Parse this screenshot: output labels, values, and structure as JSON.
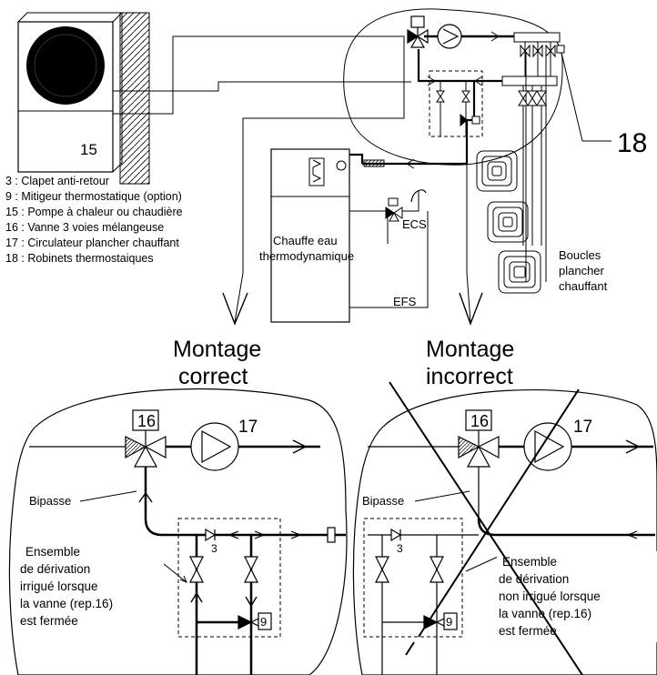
{
  "unit_number": "15",
  "ref_18": "18",
  "legend": [
    "3 : Clapet anti-retour",
    "9 : Mitigeur thermostatique (option)",
    "15 : Pompe à chaleur ou chaudière",
    "16 : Vanne 3 voies mélangeuse",
    "17 : Circulateur plancher chauffant",
    "18 : Robinets thermostaiques"
  ],
  "tank": {
    "line1": "Chauffe eau",
    "line2": "thermodynamique"
  },
  "ecs": "ECS",
  "efs": "EFS",
  "loops": {
    "line1": "Boucles",
    "line2": "plancher",
    "line3": "chauffant"
  },
  "correct": {
    "title1": "Montage",
    "title2": "correct",
    "valve": "16",
    "pump": "17",
    "bypass": "Bipasse",
    "check": "3",
    "mixer": "9",
    "note": [
      "Ensemble",
      "de dérivation",
      "irrigué lorsque",
      "la vanne (rep.16)",
      "est fermée"
    ]
  },
  "incorrect": {
    "title1": "Montage",
    "title2": "incorrect",
    "valve": "16",
    "pump": "17",
    "bypass": "Bipasse",
    "check": "3",
    "mixer": "9",
    "note": [
      "Ensemble",
      "de dérivation",
      "non irrigué lorsque",
      "la vanne (rep.16)",
      "est fermée"
    ]
  }
}
